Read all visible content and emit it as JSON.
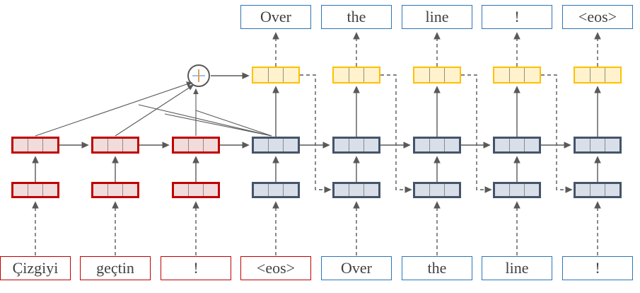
{
  "tokens": {
    "source": [
      "Çizgiyi",
      "geçtin",
      "!",
      "<eos>"
    ],
    "target_input": [
      "Over",
      "the",
      "line",
      "!"
    ],
    "predictions": [
      "Over",
      "the",
      "line",
      "!",
      "<eos>"
    ]
  },
  "attention": {
    "operator": "+"
  },
  "colors": {
    "encoder_border": "#C00000",
    "encoder_fill": "#F2DCDB",
    "decoder_border": "#44546A",
    "decoder_fill": "#D9DFE8",
    "attention_border": "#FFC000",
    "attention_fill": "#FFF2CC",
    "source_word_border": "#C00000",
    "target_word_border": "#2E75B6",
    "line_color": "#595959",
    "text_color": "#404040",
    "plus_h": "#9DC3E6",
    "plus_v": "#DD9F5B"
  }
}
